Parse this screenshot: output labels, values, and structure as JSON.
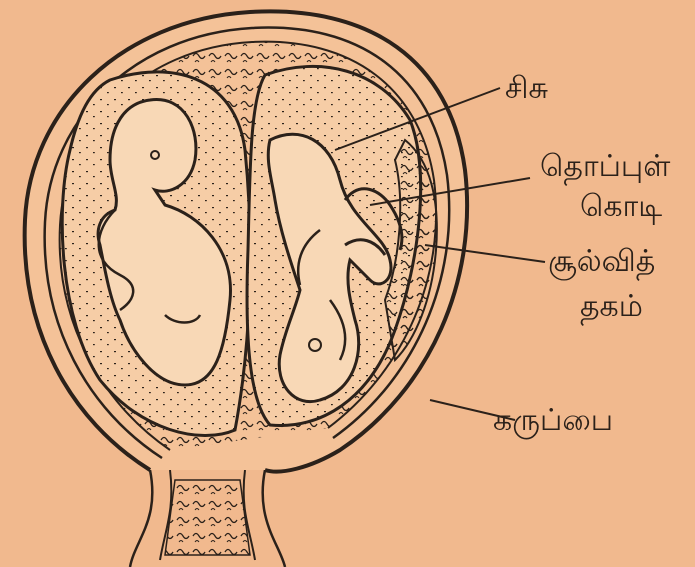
{
  "palette": {
    "paper": "#f1b98e",
    "ink": "#2b211a",
    "fill_light": "#f6cda6"
  },
  "labels": {
    "fetus": "சிசு",
    "umbilical_cord_line1": "தொப்புள்",
    "umbilical_cord_line2": "கொடி",
    "placenta_line1": "சூல்வித்",
    "placenta_line2": "தகம்",
    "uterus": "கருப்பை"
  }
}
